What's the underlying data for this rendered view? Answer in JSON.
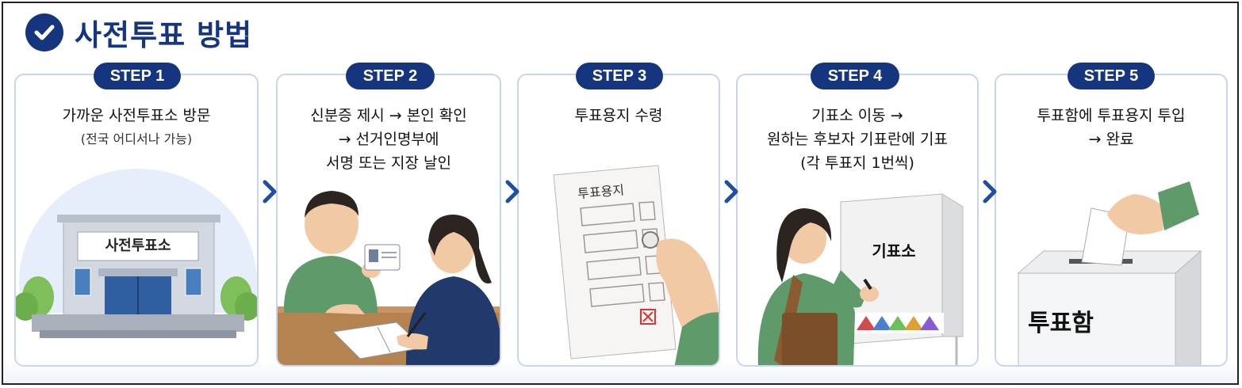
{
  "title": "사전투표 방법",
  "colors": {
    "navy": "#16357f",
    "card_border": "#c9d5ec",
    "green_sleeve": "#5e9a6a"
  },
  "steps": [
    {
      "badge": "STEP 1",
      "lines": [
        "가까운 사전투표소 방문"
      ],
      "sub": "(전국 어디서나 가능)",
      "sign": "사전투표소"
    },
    {
      "badge": "STEP 2",
      "lines": [
        "신분증 제시 → 본인 확인",
        "→ 선거인명부에",
        "서명 또는 지장 날인"
      ]
    },
    {
      "badge": "STEP 3",
      "lines": [
        "투표용지 수령"
      ],
      "paper_title": "투표용지"
    },
    {
      "badge": "STEP 4",
      "lines": [
        "기표소 이동 →",
        "원하는 후보자 기표란에 기표",
        "(각 투표지 1번씩)"
      ],
      "booth_label": "기표소"
    },
    {
      "badge": "STEP 5",
      "lines": [
        "투표함에 투표용지 투입",
        "→ 완료"
      ],
      "box_label": "투표함"
    }
  ]
}
